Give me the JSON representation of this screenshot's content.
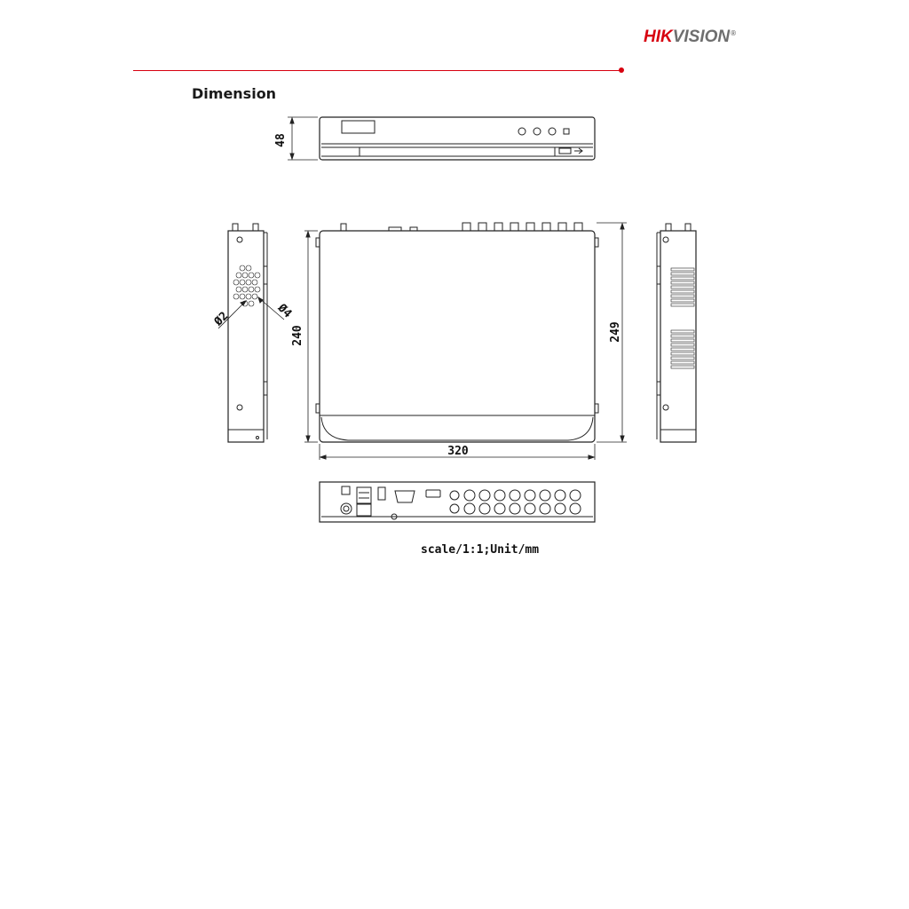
{
  "header": {
    "brand_hik": "HIK",
    "brand_vision": "VISION",
    "brand_mark": "®"
  },
  "section": {
    "title": "Dimension"
  },
  "dimensions": {
    "front_height": "48",
    "side_depth": "240",
    "side_depth_total": "249",
    "top_width": "320",
    "hole_small": "Ø2",
    "hole_large": "Ø4"
  },
  "footer": {
    "scale_note": "scale/1:1;Unit/mm"
  },
  "colors": {
    "brand_red": "#d7000f",
    "brand_gray": "#6e6e6e",
    "line": "#222222"
  }
}
